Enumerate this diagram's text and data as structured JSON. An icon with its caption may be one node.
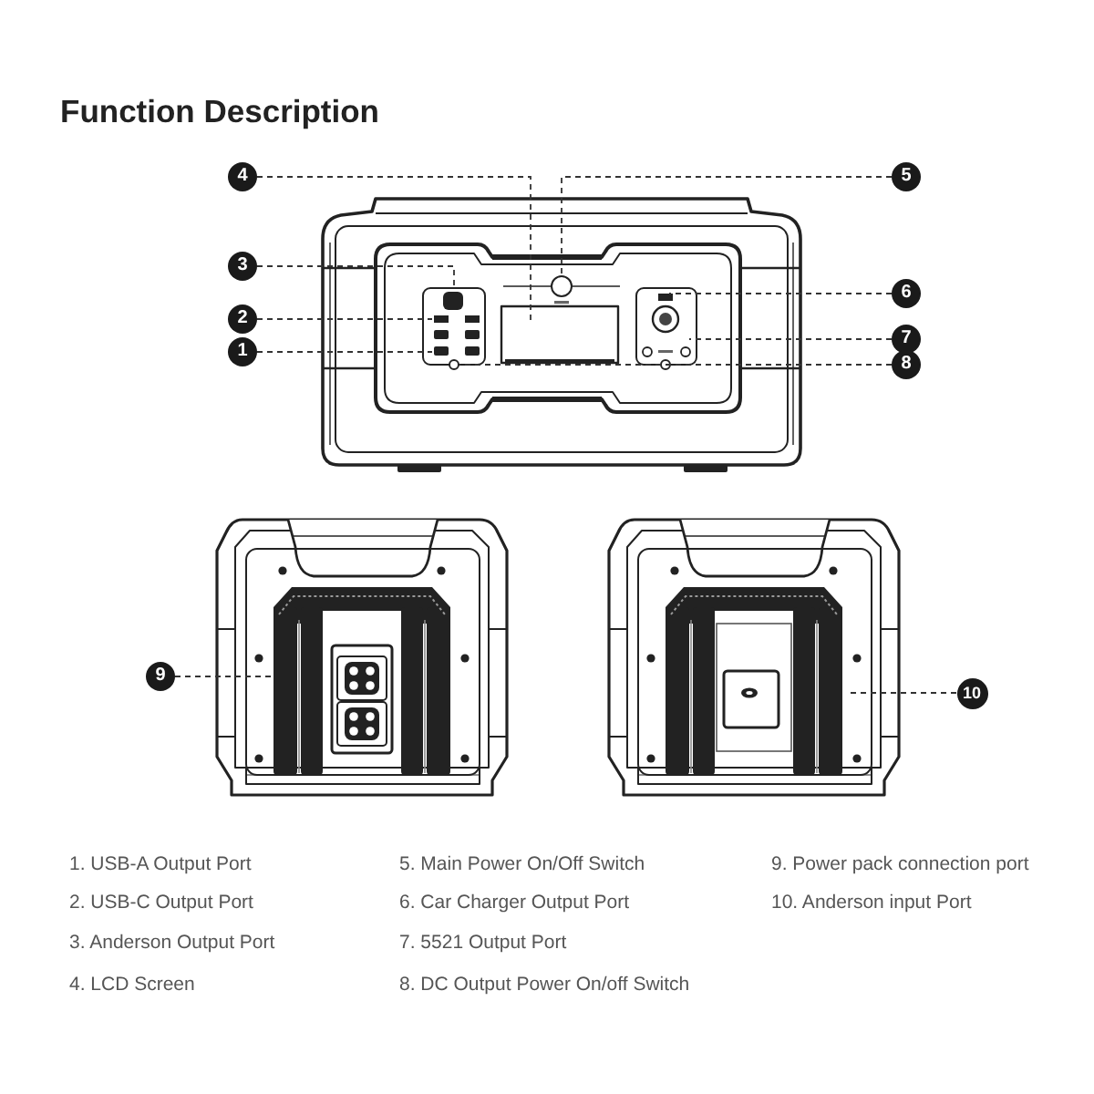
{
  "diagram": {
    "title": "Function Description",
    "nodes": [
      {
        "text": [
          "4"
        ]
      },
      {
        "text": [
          "5"
        ]
      },
      {
        "text": [
          "3"
        ]
      },
      {
        "text": [
          "6"
        ]
      },
      {
        "text": [
          "2"
        ]
      },
      {
        "text": [
          "7"
        ]
      },
      {
        "text": [
          "1"
        ]
      },
      {
        "text": [
          "8"
        ]
      },
      {
        "text": [
          "9"
        ]
      },
      {
        "text": [
          "10"
        ]
      }
    ],
    "edges": [
      {
        "from": 0,
        "to": null,
        "arrow": "none",
        "style": "dashed"
      },
      {
        "from": 1,
        "to": null,
        "arrow": "none",
        "style": "dashed"
      },
      {
        "from": 2,
        "to": null,
        "arrow": "none",
        "style": "dashed"
      },
      {
        "from": 3,
        "to": null,
        "arrow": "none",
        "style": "dashed"
      },
      {
        "from": 4,
        "to": null,
        "arrow": "none",
        "style": "dashed"
      },
      {
        "from": 5,
        "to": null,
        "arrow": "none",
        "style": "dashed"
      },
      {
        "from": 6,
        "to": null,
        "arrow": "none",
        "style": "dashed"
      },
      {
        "from": 7,
        "to": null,
        "arrow": "none",
        "style": "dashed"
      },
      {
        "from": 8,
        "to": null,
        "arrow": "none",
        "style": "dashed"
      },
      {
        "from": 9,
        "to": null,
        "arrow": "none",
        "style": "dashed"
      }
    ],
    "labels": [
      "1. USB-A Output Port",
      "2. USB-C Output Port",
      "3. Anderson Output Port",
      "4. LCD Screen",
      "5. Main Power On/Off Switch",
      "6. Car Charger Output Port",
      "7. 5521 Output Port",
      "8. DC Output Power On/off Switch",
      "9. Power pack connection port",
      "10. Anderson input Port"
    ]
  }
}
